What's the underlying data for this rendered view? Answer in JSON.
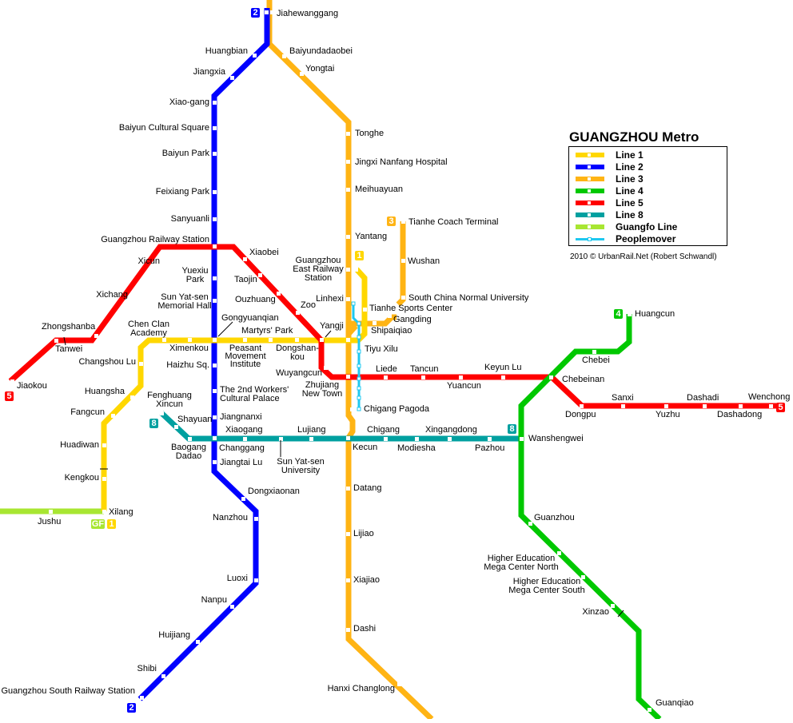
{
  "title": "GUANGZHOU Metro",
  "credit": "2010 © UrbanRail.Net (Robert Schwandl)",
  "colors": {
    "line1": "#ffd700",
    "line2": "#0000ff",
    "line3": "#ffb414",
    "line4": "#00c800",
    "line5": "#ff0000",
    "line8": "#00a0a0",
    "guangfo": "#a8e632",
    "peoplemover": "#1ec8f0"
  },
  "legend": [
    {
      "key": "line1",
      "label": "Line 1"
    },
    {
      "key": "line2",
      "label": "Line 2"
    },
    {
      "key": "line3",
      "label": "Line 3"
    },
    {
      "key": "line4",
      "label": "Line 4"
    },
    {
      "key": "line5",
      "label": "Line 5"
    },
    {
      "key": "line8",
      "label": "Line 8"
    },
    {
      "key": "guangfo",
      "label": "Guangfo  Line"
    },
    {
      "key": "peoplemover",
      "label": "Peoplemover"
    }
  ],
  "badges": {
    "l2_north": "2",
    "l2_south": "2",
    "l3_branch": "3",
    "l1_mid": "1",
    "l1_south": "1",
    "gf": "GF",
    "l4": "4",
    "l5_west": "5",
    "l5_east": "5",
    "l8_west": "8",
    "l8_east": "8"
  },
  "stations": {
    "line1": [
      "Xilang",
      "Kengkou",
      "Huadiwan",
      "Fangcun",
      "Huangsha",
      "Changshou Lu",
      "Chen Clan Academy",
      "Ximenkou",
      "Gongyuanqian",
      "Peasant Movement Institute",
      "Martyrs' Park",
      "Dongshankou",
      "Yangji",
      "Tiyu Xilu",
      "Tianhe Sports Center",
      "Guangzhou East Railway Station"
    ],
    "line2": [
      "Jiahewanggang",
      "Huangbian",
      "Jiangxia",
      "Xiao-gang",
      "Baiyun Cultural Square",
      "Baiyun Park",
      "Feixiang Park",
      "Sanyuanli",
      "Guangzhou Railway Station",
      "Yuexiu Park",
      "Sun Yat-sen Memorial Hall",
      "Gongyuanqian",
      "Haizhu Sq.",
      "The 2nd Workers' Cultural Palace",
      "Jiangnanxi",
      "Changgang",
      "Jiangtai Lu",
      "Dongxiaonan",
      "Nanzhou",
      "Luoxi",
      "Nanpu",
      "Huijiang",
      "Shibi",
      "Guangzhou South Railway Station"
    ],
    "line3": [
      "Jiahewanggang",
      "Baiyundadaobei",
      "Yongtai",
      "Tonghe",
      "Jingxi Nanfang Hospital",
      "Meihuayuan",
      "Yantang",
      "Guangzhou East Railway Station",
      "Linhexi",
      "Tiyu Xilu",
      "Shipaiqiao",
      "Gangding",
      "Tianhe Coach Terminal",
      "Wushan",
      "South China Normal University",
      "Zhujiang New Town",
      "Chigang Pagoda",
      "Kecun",
      "Datang",
      "Lijiao",
      "Xiajiao",
      "Dashi",
      "Hanxi Changlong"
    ],
    "line4": [
      "Huangcun",
      "Chebei",
      "Chebeinan",
      "Wanshengwei",
      "Guanzhou",
      "Higher Education Mega Center North",
      "Higher Education Mega Center South",
      "Xinzao",
      "Guanqiao"
    ],
    "line5": [
      "Jiaokou",
      "Tanwei",
      "Zhongshanba",
      "Xichang",
      "Xicun",
      "Guangzhou Railway Station",
      "Xiaobei",
      "Taojin",
      "Ouzhuang",
      "Zoo",
      "Yangji",
      "Wuyangcun",
      "Zhujiang New Town",
      "Liede",
      "Tancun",
      "Yuancun",
      "Keyun Lu",
      "Chebeinan",
      "Dongpu",
      "Sanxi",
      "Yuzhu",
      "Dashadi",
      "Dashadong",
      "Wenchong"
    ],
    "line8": [
      "Fenghuang Xincun",
      "Shayuan",
      "Baogang Dadao",
      "Changgang",
      "Xiaogang",
      "Sun Yat-sen University",
      "Lujiang",
      "Kecun",
      "Chigang",
      "Modiesha",
      "Xingangdong",
      "Pazhou",
      "Wanshengwei"
    ],
    "guangfo": [
      "Jushu",
      "Xilang"
    ],
    "peoplemover": [
      "Linhexi",
      "Tianhe Sports Center",
      "Tiyu Xilu",
      "Chigang Pagoda"
    ]
  },
  "labels": {
    "jiahewanggang": "Jiahewanggang",
    "huangbian": "Huangbian",
    "jiangxia": "Jiangxia",
    "xiaogang_n": "Xiao-gang",
    "baiyun_cultural": "Baiyun Cultural Square",
    "baiyun_park": "Baiyun Park",
    "feixiang": "Feixiang Park",
    "sanyuanli": "Sanyuanli",
    "gz_railway": "Guangzhou Railway Station",
    "baiyundadaobei": "Baiyundadaobei",
    "yongtai": "Yongtai",
    "tonghe": "Tonghe",
    "jingxi": "Jingxi Nanfang Hospital",
    "meihuayuan": "Meihuayuan",
    "yantang": "Yantang",
    "coach_terminal": "Tianhe Coach Terminal",
    "wushan": "Wushan",
    "scnu": "South China Normal University",
    "gz_east_1": "Guangzhou",
    "gz_east_2": "East Railway",
    "gz_east_3": "Station",
    "linhexi": "Linhexi",
    "tianhe_sports": "Tianhe Sports Center",
    "gangding": "Gangding",
    "shipaiqiao": "Shipaiqiao",
    "tiyu_xilu": "Tiyu Xilu",
    "xicun": "Xicun",
    "xiaobei": "Xiaobei",
    "yuexiu_1": "Yuexiu",
    "yuexiu_2": "Park",
    "taojin": "Taojin",
    "xichang": "Xichang",
    "syms_1": "Sun Yat-sen",
    "syms_2": "Memorial Hall",
    "ouzhuang": "Ouzhuang",
    "zoo": "Zoo",
    "zhongshanba": "Zhongshanba",
    "tanwei": "Tanwei",
    "chenclan_1": "Chen Clan",
    "chenclan_2": "Academy",
    "gongyuanqian": "Gongyuanqian",
    "martyrs": "Martyrs' Park",
    "yangji": "Yangji",
    "ximenkou": "Ximenkou",
    "peasant_1": "Peasant",
    "peasant_2": "Movement",
    "peasant_3": "Institute",
    "dongshankou_1": "Dongshan-",
    "dongshankou_2": "kou",
    "changshou": "Changshou Lu",
    "haizhu": "Haizhu Sq.",
    "wuyangcun": "Wuyangcun",
    "liede": "Liede",
    "tancun": "Tancun",
    "keyun": "Keyun Lu",
    "yuancun": "Yuancun",
    "zhujiang_1": "Zhujiang",
    "zhujiang_2": "New Town",
    "jiaokou": "Jiaokou",
    "huangsha": "Huangsha",
    "workers_1": "The 2nd Workers'",
    "workers_2": "Cultural Palace",
    "fenghuang_1": "Fenghuang",
    "fenghuang_2": "Xincun",
    "fangcun": "Fangcun",
    "shayuan": "Shayuan",
    "jiangnanxi": "Jiangnanxi",
    "chigang_pagoda": "Chigang Pagoda",
    "xiaogang_8": "Xiaogang",
    "lujiang": "Lujiang",
    "chigang": "Chigang",
    "xingangdong": "Xingangdong",
    "wanshengwei": "Wanshengwei",
    "baogang_1": "Baogang",
    "baogang_2": "Dadao",
    "changgang": "Changgang",
    "kecun": "Kecun",
    "modiesha": "Modiesha",
    "pazhou": "Pazhou",
    "sysu_1": "Sun Yat-sen",
    "sysu_2": "University",
    "jiangtai": "Jiangtai Lu",
    "huadiwan": "Huadiwan",
    "kengkou": "Kengkou",
    "xilang": "Xilang",
    "jushu": "Jushu",
    "dongxiaonan": "Dongxiaonan",
    "nanzhou": "Nanzhou",
    "luoxi": "Luoxi",
    "nanpu": "Nanpu",
    "huijiang": "Huijiang",
    "shibi": "Shibi",
    "gz_south": "Guangzhou South Railway Station",
    "datang": "Datang",
    "lijiao": "Lijiao",
    "xiajiao": "Xiajiao",
    "dashi": "Dashi",
    "hanxi": "Hanxi Changlong",
    "huangcun": "Huangcun",
    "chebei": "Chebei",
    "chebeinan": "Chebeinan",
    "dongpu": "Dongpu",
    "sanxi": "Sanxi",
    "yuzhu": "Yuzhu",
    "dashadi": "Dashadi",
    "dashadong": "Dashadong",
    "wenchong": "Wenchong",
    "guanzhou": "Guanzhou",
    "hemc_n_1": "Higher Education",
    "hemc_n_2": "Mega Center North",
    "hemc_s_1": "Higher Education",
    "hemc_s_2": "Mega Center South",
    "xinzao": "Xinzao",
    "guanqiao": "Guanqiao"
  }
}
